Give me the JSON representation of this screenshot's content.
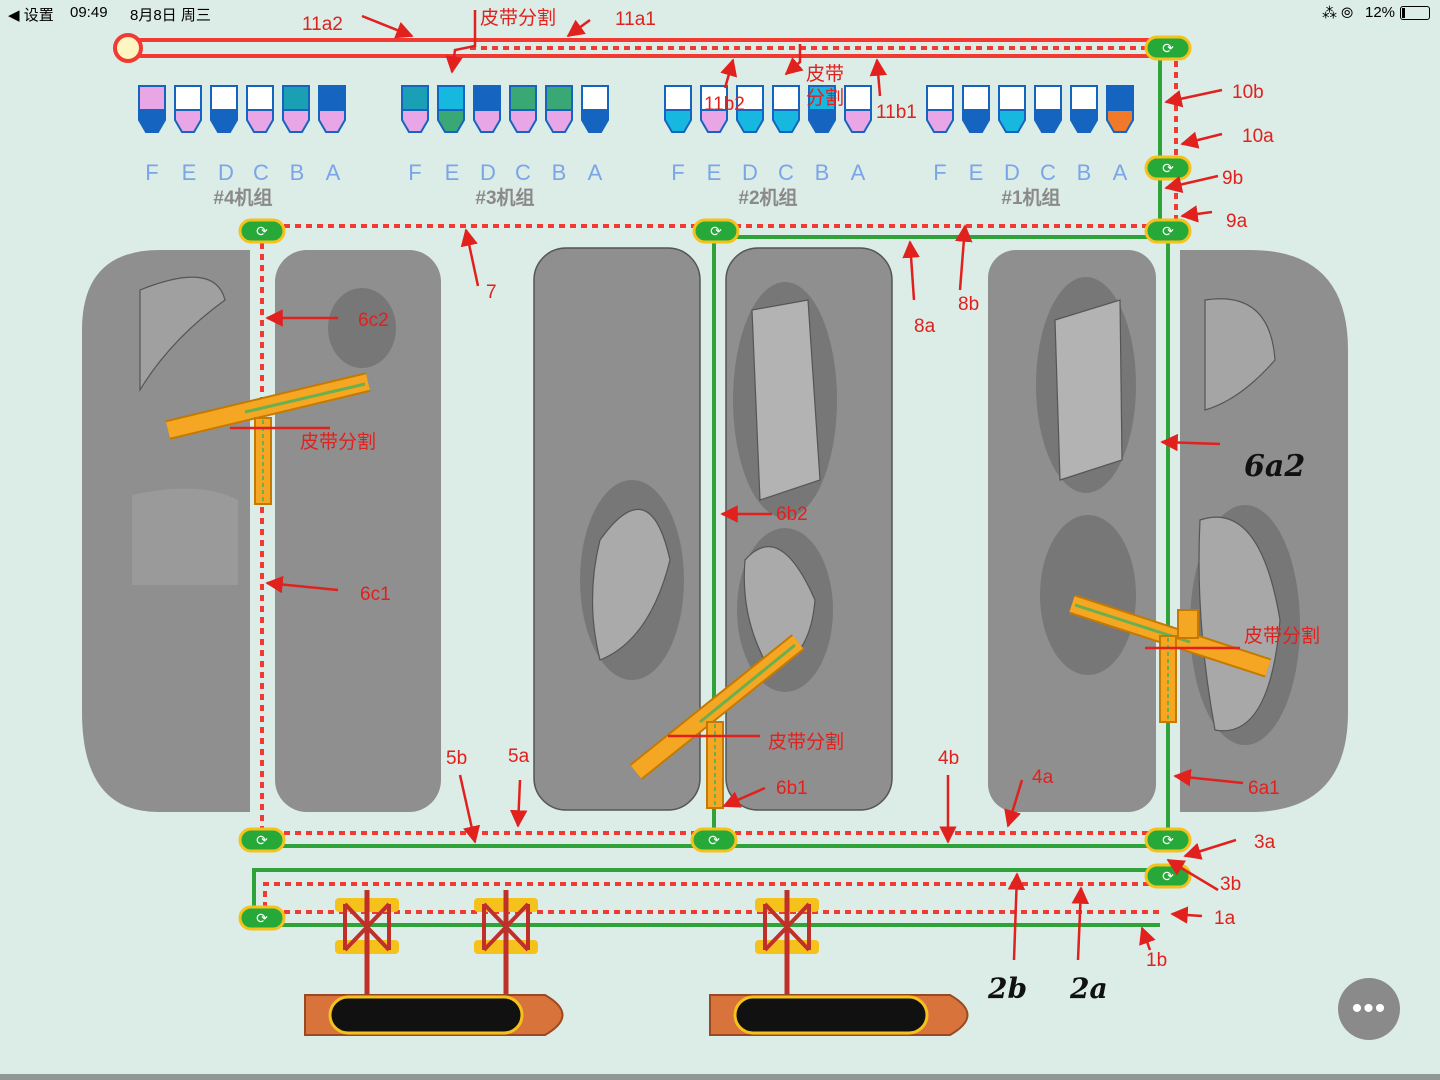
{
  "status_bar": {
    "back_label": "◀ 设置",
    "time": "09:49",
    "date": "8月8日 周三",
    "battery": "12%"
  },
  "more_button": {
    "icon": "more-icon",
    "glyph": "•••"
  },
  "unit_groups": [
    {
      "label": "#4机组",
      "letters": [
        "F",
        "E",
        "D",
        "C",
        "B",
        "A"
      ]
    },
    {
      "label": "#3机组",
      "letters": [
        "F",
        "E",
        "D",
        "C",
        "B",
        "A"
      ]
    },
    {
      "label": "#2机组",
      "letters": [
        "F",
        "E",
        "D",
        "C",
        "B",
        "A"
      ]
    },
    {
      "label": "#1机组",
      "letters": [
        "F",
        "E",
        "D",
        "C",
        "B",
        "A"
      ]
    }
  ],
  "annotations": {
    "a11a2": "11a2",
    "a11a1": "11a1",
    "belt_split_top": "皮带分割",
    "a11b2": "11b2",
    "belt_split_mid_1": "皮带",
    "belt_split_mid_2": "分割",
    "a11b1": "11b1",
    "a10b": "10b",
    "a10a": "10a",
    "a9b": "9b",
    "a9a": "9a",
    "a7": "7",
    "a8a": "8a",
    "a8b": "8b",
    "a6c2": "6c2",
    "belt_split_left": "皮带分割",
    "a6c1": "6c1",
    "a6b2": "6b2",
    "belt_split_center": "皮带分割",
    "a6b1": "6b1",
    "a6a2": "6a2",
    "belt_split_right": "皮带分割",
    "a6a1": "6a1",
    "a5b": "5b",
    "a5a": "5a",
    "a4b": "4b",
    "a4a": "4a",
    "a3a": "3a",
    "a3b": "3b",
    "a1a": "1a",
    "a1b": "1b",
    "a2b": "2b",
    "a2a": "2a"
  },
  "colors": {
    "background": "#dcece6",
    "conveyor_active": "#2fa33a",
    "conveyor_route": "#f03a32",
    "annotation": "#e0211e",
    "yard": "#8f8f8f",
    "stacker": "#f5a623",
    "node": "#27a93a"
  }
}
